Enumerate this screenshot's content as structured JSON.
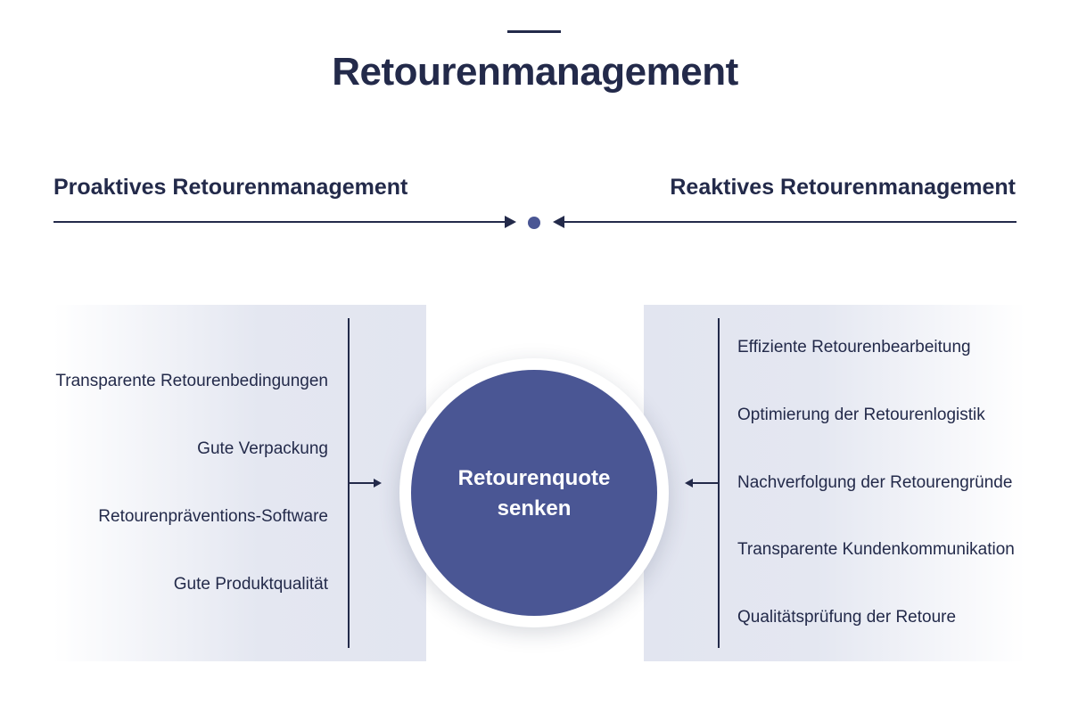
{
  "title": "Retourenmanagement",
  "axis": {
    "left_label": "Proaktives Retourenmanagement",
    "right_label": "Reaktives Retourenmanagement"
  },
  "proactive_items": [
    "Transparente Retourenbedingungen",
    "Gute Verpackung",
    "Retourenpräventions-Software",
    "Gute Produktqualität"
  ],
  "reactive_items": [
    "Effiziente Retourenbearbeitung",
    "Optimierung der Retourenlogistik",
    "Nachverfolgung der Retourengründe",
    "Transparente Kundenkommunikation",
    "Qualitätsprüfung der Retoure"
  ],
  "center": {
    "line1": "Retourenquote",
    "line2": "senken"
  },
  "colors": {
    "navy": "#232a4a",
    "accent": "#4a5694",
    "panel": "#e2e5f0"
  }
}
